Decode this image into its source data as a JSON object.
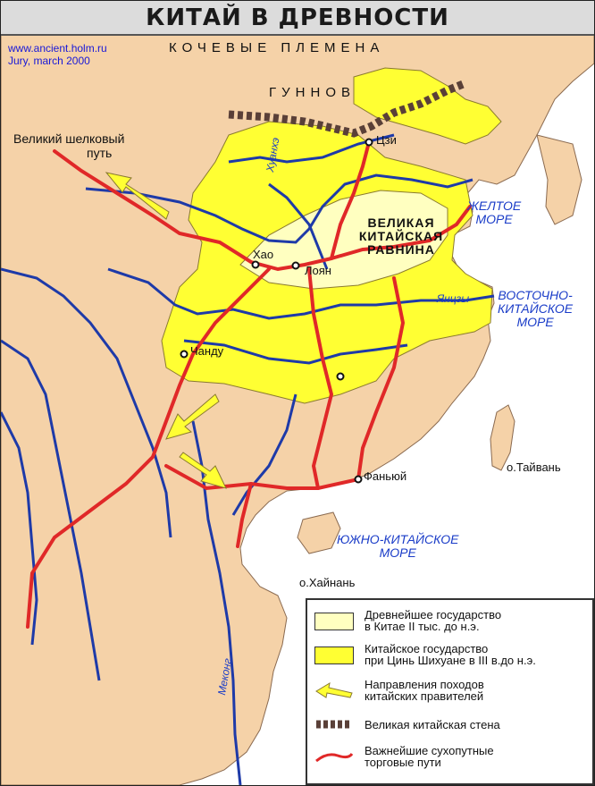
{
  "title": "КИТАЙ В ДРЕВНОСТИ",
  "credit": {
    "site": "www.ancient.holm.ru",
    "author": "Jury, march 2000"
  },
  "regions": {
    "nomads": "КОЧЕВЫЕ ПЛЕМЕНА",
    "huns": "ГУННОВ"
  },
  "silk_road": [
    "Великий шелковый",
    "путь"
  ],
  "plain": [
    "ВЕЛИКАЯ",
    "КИТАЙСКАЯ",
    "РАВНИНА"
  ],
  "seas": {
    "yellow": [
      "ЖЕЛТОЕ",
      "МОРЕ"
    ],
    "east_china": [
      "ВОСТОЧНО-",
      "КИТАЙСКОЕ",
      "МОРЕ"
    ],
    "south_china": [
      "ЮЖНО-КИТАЙСКОЕ",
      "МОРЕ"
    ]
  },
  "rivers": {
    "huanghe": "Хуанхэ",
    "yangtze": "Янцзы",
    "mekong": "Меконг"
  },
  "cities": {
    "qi": "Цзи",
    "hao": "Хао",
    "luoyang": "Лоян",
    "chengdu": "Чанду",
    "panyu": "Фаньюй"
  },
  "islands": {
    "taiwan": "о.Тайвань",
    "hainan": "о.Хайнань"
  },
  "legend": [
    {
      "symbol": "ancient-state",
      "text": [
        "Древнейшее государство",
        "в Китае II тыс. до н.э."
      ]
    },
    {
      "symbol": "qin-state",
      "text": [
        "Китайское государство",
        "при Цинь Шихуане в III в.до н.э."
      ]
    },
    {
      "symbol": "campaign-arrow",
      "text": [
        "Направления походов",
        "китайских правителей"
      ]
    },
    {
      "symbol": "great-wall",
      "text": [
        "Великая китайская стена"
      ]
    },
    {
      "symbol": "trade-route",
      "text": [
        "Важнейшие сухопутные",
        "торговые пути"
      ]
    }
  ],
  "colors": {
    "sea": "#ffffff",
    "land": "#f5d2a8",
    "qin_state": "#ffff33",
    "ancient_state": "#ffffc0",
    "river": "#1e3aa8",
    "route": "#e02828",
    "wall": "#5a4038"
  }
}
